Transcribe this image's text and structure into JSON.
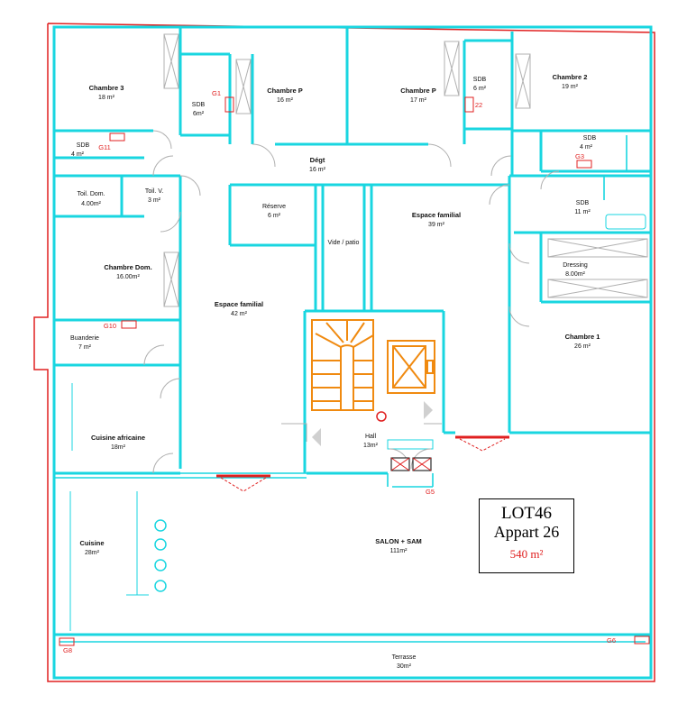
{
  "rooms": {
    "chambre3": {
      "name": "Chambre 3",
      "area": "18 m²"
    },
    "sdb_a": {
      "name": "SDB",
      "area": "6m²"
    },
    "chambre_p_left": {
      "name": "Chambre P",
      "area": "16 m²"
    },
    "chambre_p_right": {
      "name": "Chambre P",
      "area": "17 m²"
    },
    "sdb_b": {
      "name": "SDB",
      "area": "6 m²"
    },
    "chambre2": {
      "name": "Chambre 2",
      "area": "19 m²"
    },
    "sdb_c": {
      "name": "SDB",
      "area": "4 m²"
    },
    "sdb_d": {
      "name": "SDB",
      "area": "4 m²"
    },
    "dgt": {
      "name": "Dégt",
      "area": "16 m²"
    },
    "toil_dom": {
      "name": "Toil. Dom.",
      "area": "4.00m²"
    },
    "toil_v": {
      "name": "Toil. V.",
      "area": "3 m²"
    },
    "reserve": {
      "name": "Réserve",
      "area": "6 m²"
    },
    "vide_patio": {
      "name": "Vide / patio",
      "area": ""
    },
    "espace_familial_right": {
      "name": "Espace familial",
      "area": "39 m²"
    },
    "sdb_e": {
      "name": "SDB",
      "area": "11 m²"
    },
    "chambre_dom": {
      "name": "Chambre Dom.",
      "area": "16.00m²"
    },
    "dressing": {
      "name": "Dressing",
      "area": "8.00m²"
    },
    "espace_familial_left": {
      "name": "Espace familial",
      "area": "42 m²"
    },
    "buanderie": {
      "name": "Buanderie",
      "area": "7 m²"
    },
    "chambre1": {
      "name": "Chambre 1",
      "area": "26 m²"
    },
    "cuisine_africaine": {
      "name": "Cuisine africaine",
      "area": "18m²"
    },
    "hall": {
      "name": "Hall",
      "area": "13m²"
    },
    "cuisine": {
      "name": "Cuisine",
      "area": "28m²"
    },
    "salon": {
      "name": "SALON + SAM",
      "area": "111m²"
    },
    "terrasse": {
      "name": "Terrasse",
      "area": "30m²"
    }
  },
  "markers": {
    "g1": "G1",
    "g2": "22",
    "g3": "G3",
    "g11": "G11",
    "g10": "G10",
    "g5": "G5",
    "g8": "G8",
    "g6": "G6"
  },
  "title_block": {
    "lot": "LOT46",
    "appart": "Appart 26",
    "area": "540 m²"
  },
  "colors": {
    "walls": "#19d6e0",
    "outline": "#e02020",
    "stairs": "#f08a10",
    "markers": "#e02020"
  }
}
